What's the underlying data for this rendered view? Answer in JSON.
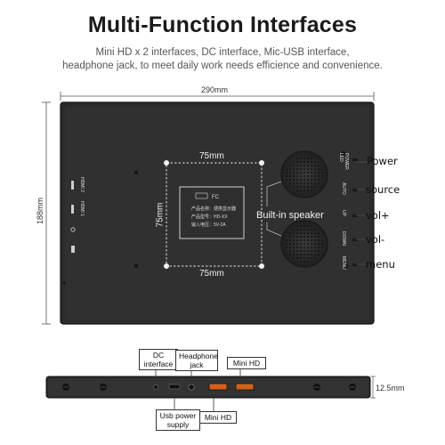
{
  "header": {
    "title": "Multi-Function Interfaces",
    "subtitle_line1": "Mini HD x 2 interfaces, DC interface, Mic-USB interface,",
    "subtitle_line2": "headphone jack, to meet daily work needs efficience and convenience."
  },
  "dimensions": {
    "width": "290mm",
    "height": "188mm",
    "vesa_width": "75mm",
    "vesa_height": "75mm",
    "vesa_bottom": "75mm",
    "thickness": "12.5mm"
  },
  "monitor_labels": {
    "speaker": "Built-in speaker",
    "label_sticker_line1": "产品名称：便携显示器",
    "label_sticker_line2": "产品型号：HD-XX",
    "label_sticker_line3": "输入电压：5V-2A",
    "side_buttons": [
      "POWER LED",
      "AUTO",
      "UP",
      "DOWN",
      "MENU"
    ],
    "left_ports": [
      "HDMI 2",
      "HDMI 1"
    ]
  },
  "buttons": {
    "power": "Power",
    "source": "source",
    "vol_up": "vol+",
    "vol_down": "vol-",
    "menu": "menu"
  },
  "ports": {
    "dc": "DC\ninterface",
    "headphone": "Headphone\njack",
    "mini_hd_top": "Mini HD",
    "usb_power": "Usb power\nsupply",
    "mini_hd_bottom": "Mini HD"
  },
  "colors": {
    "panel": "#2b2b2b",
    "accent_text": "#111111",
    "port_orange": "#d2601a"
  }
}
